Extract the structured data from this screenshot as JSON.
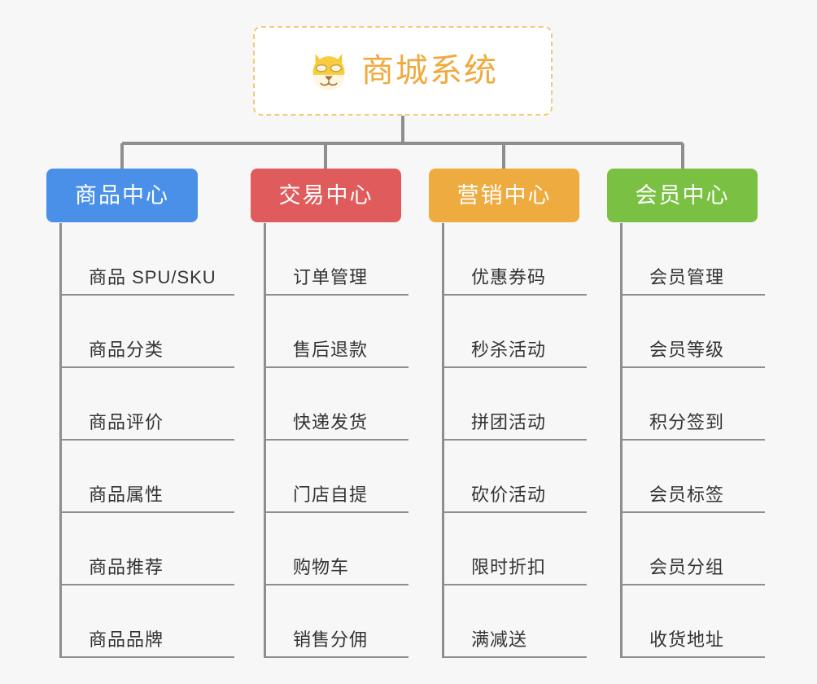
{
  "page": {
    "background_color": "#f7f7f7",
    "type": "org-chart-mindmap"
  },
  "root": {
    "title": "商城系统",
    "icon": "shiba-dog-face-icon",
    "text_color": "#f0a93c",
    "border_color": "#f3c97a",
    "background_color": "#ffffff"
  },
  "connector": {
    "color": "#8e8e8e"
  },
  "branches": [
    {
      "label": "商品中心",
      "color": "#4a90e8",
      "items": [
        "商品 SPU/SKU",
        "商品分类",
        "商品评价",
        "商品属性",
        "商品推荐",
        "商品品牌"
      ]
    },
    {
      "label": "交易中心",
      "color": "#e05c5c",
      "items": [
        "订单管理",
        "售后退款",
        "快递发货",
        "门店自提",
        "购物车",
        "销售分佣"
      ]
    },
    {
      "label": "营销中心",
      "color": "#eeab40",
      "items": [
        "优惠券码",
        "秒杀活动",
        "拼团活动",
        "砍价活动",
        "限时折扣",
        "满减送"
      ]
    },
    {
      "label": "会员中心",
      "color": "#7ac143",
      "items": [
        "会员管理",
        "会员等级",
        "积分签到",
        "会员标签",
        "会员分组",
        "收货地址"
      ]
    }
  ]
}
